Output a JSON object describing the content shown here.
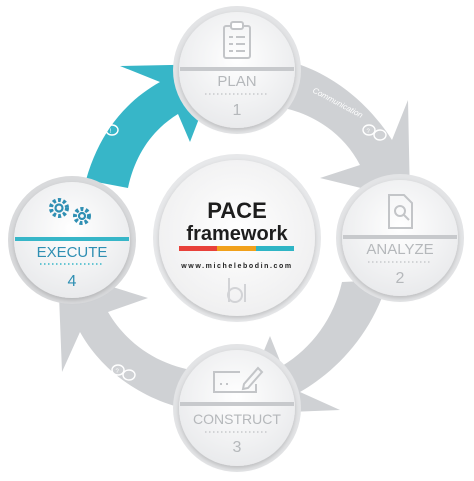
{
  "center": {
    "title": "PACE",
    "subtitle": "framework",
    "url": "www.michelebodin.com",
    "logo": "bd-monogram-logo"
  },
  "steps": [
    {
      "label": "PLAN",
      "number": "1",
      "icon": "clipboard-checklist-icon",
      "active": false
    },
    {
      "label": "ANALYZE",
      "number": "2",
      "icon": "document-magnifier-icon",
      "active": false
    },
    {
      "label": "CONSTRUCT",
      "number": "3",
      "icon": "pencil-on-frame-icon",
      "active": false
    },
    {
      "label": "EXECUTE",
      "number": "4",
      "icon": "gears-icon",
      "active": true
    }
  ],
  "arrow_annotation": "Communication",
  "colors": {
    "accent": "#37b6c8",
    "accent_dark": "#2b9fb1",
    "inactive_arrow": "#cfd1d4",
    "inactive_text": "#b5b8bb",
    "color_bar": [
      "#e8413a",
      "#f1a11c",
      "#2fb5c5"
    ]
  }
}
